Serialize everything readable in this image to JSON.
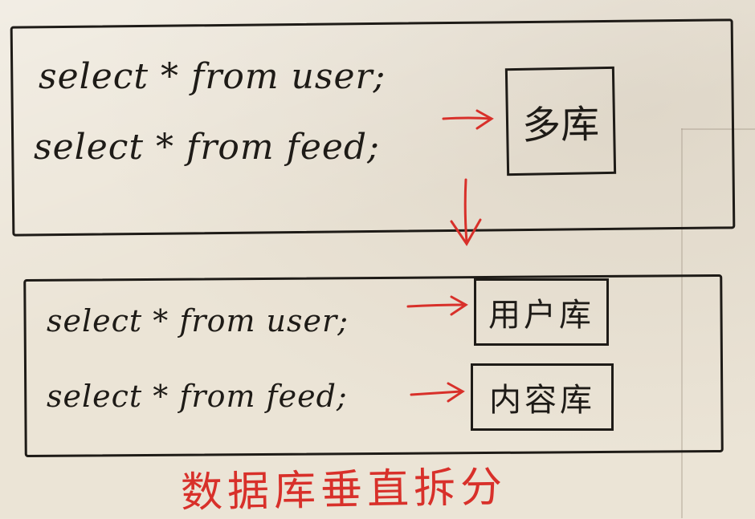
{
  "top_box": {
    "query_1": "select * from user;",
    "query_2": "select * from feed;",
    "db_label": "多库"
  },
  "bottom_box": {
    "query_1": "select * from user;",
    "query_2": "select * from feed;",
    "db_user_label": "用户库",
    "db_feed_label": "内容库"
  },
  "caption": "数据库垂直拆分",
  "colors": {
    "ink": "#1e1b17",
    "annotation_red": "#d8302a",
    "paper": "#ebe4d6"
  }
}
